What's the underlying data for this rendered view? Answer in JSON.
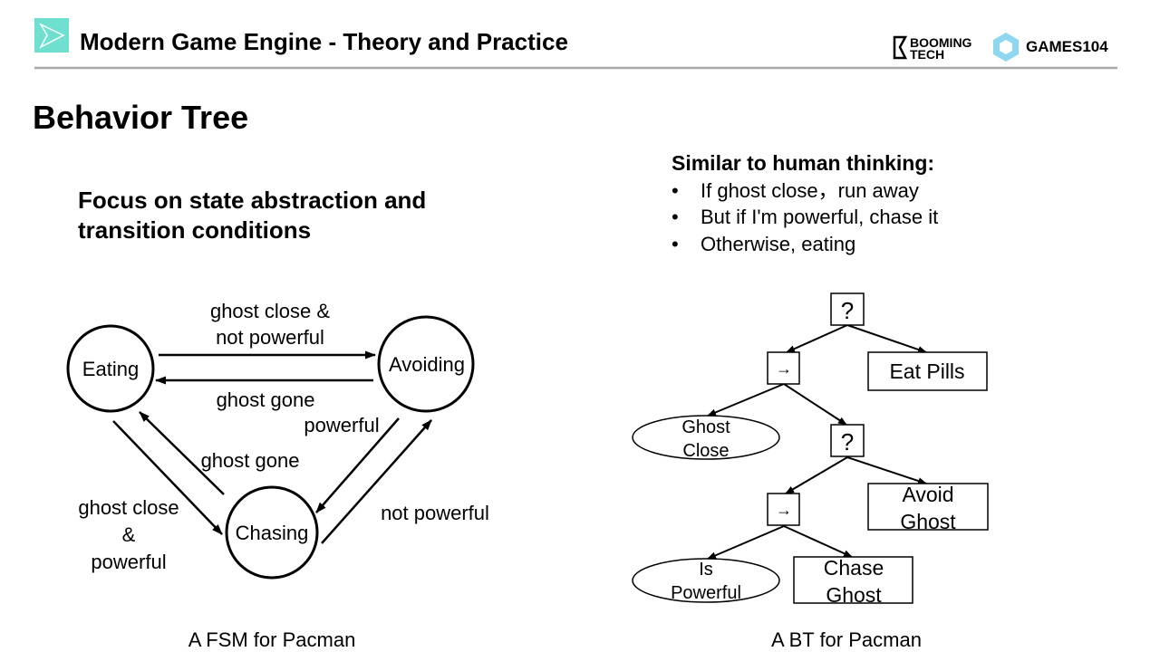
{
  "header": {
    "title": "Modern Game Engine - Theory and Practice",
    "logo_booming": [
      "BOOMING",
      "TECH"
    ],
    "logo_games": "GAMES104",
    "accent_color": "#6fe0d0"
  },
  "slide": {
    "title": "Behavior Tree",
    "left_heading": [
      "Focus on state abstraction and",
      "transition conditions"
    ],
    "right_heading": "Similar to human thinking:",
    "bullets": [
      "If ghost close，run away",
      "But if I'm powerful, chase it",
      "Otherwise, eating"
    ]
  },
  "fsm": {
    "states": {
      "eating": "Eating",
      "avoiding": "Avoiding",
      "chasing": "Chasing"
    },
    "transitions": {
      "eating_to_avoiding": [
        "ghost close &",
        "not powerful"
      ],
      "avoiding_to_eating": "ghost gone",
      "avoiding_to_chasing": "powerful",
      "chasing_to_eating": "ghost gone",
      "eating_to_chasing": [
        "ghost close",
        "&",
        "powerful"
      ],
      "chasing_to_avoiding": "not powerful"
    },
    "caption": "A FSM for Pacman"
  },
  "bt": {
    "selector_symbol": "?",
    "sequence_symbol": "→",
    "eat_pills": "Eat Pills",
    "ghost_close": [
      "Ghost",
      "Close"
    ],
    "avoid_ghost": [
      "Avoid",
      "Ghost"
    ],
    "is_powerful": [
      "Is",
      "Powerful"
    ],
    "chase_ghost": [
      "Chase",
      "Ghost"
    ],
    "caption": "A BT for Pacman"
  }
}
